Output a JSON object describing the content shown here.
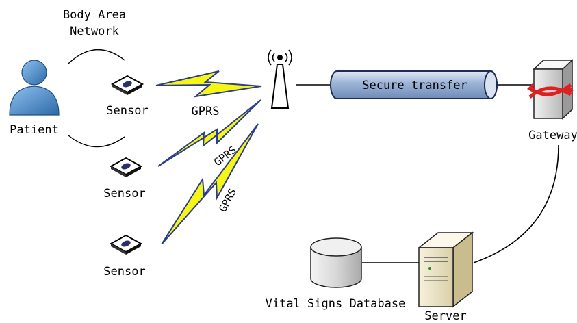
{
  "network": {
    "title_line1": "Body Area",
    "title_line2": "Network"
  },
  "patient": {
    "label": "Patient",
    "icon": "person-icon",
    "color": "#4a86c6"
  },
  "sensors": [
    {
      "label": "Sensor",
      "icon": "sensor-icon"
    },
    {
      "label": "Sensor",
      "icon": "sensor-icon"
    },
    {
      "label": "Sensor",
      "icon": "sensor-icon"
    }
  ],
  "links": [
    {
      "label": "GPRS"
    },
    {
      "label": "GPRS"
    },
    {
      "label": "GPRS"
    }
  ],
  "antenna": {
    "icon": "antenna-icon"
  },
  "tube": {
    "label": "Secure transfer",
    "color": "#9bb3d6"
  },
  "gateway": {
    "label": "Gateway",
    "icon": "gateway-icon",
    "arrow_color": "#e02020"
  },
  "server": {
    "label": "Server",
    "icon": "server-icon",
    "color": "#efe6c8"
  },
  "database": {
    "label": "Vital Signs Database",
    "icon": "database-icon"
  },
  "colors": {
    "lightning_fill": "#f5f516",
    "lightning_stroke": "#2a3c8f"
  }
}
